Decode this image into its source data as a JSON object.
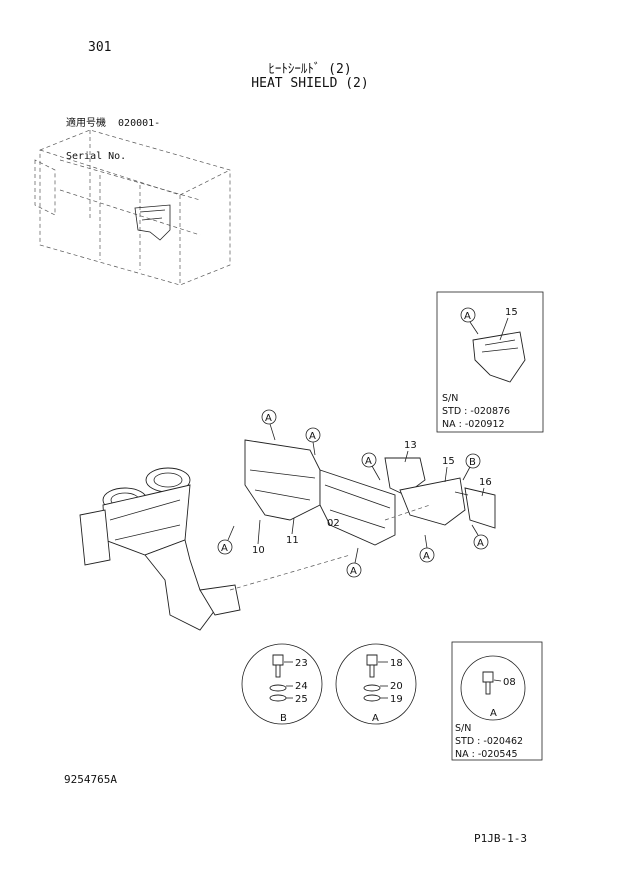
{
  "page_number": "301",
  "title_jp": "ﾋｰﾄｼｰﾙﾄﾞ (2)",
  "title_en": "HEAT SHIELD (2)",
  "serial": {
    "line1": "適用号機  020001-",
    "line2": "Serial No."
  },
  "parts": {
    "p15": "15",
    "p13": "13",
    "p16": "16",
    "p10": "10",
    "p11": "11",
    "p02": "02",
    "p23": "23",
    "p24": "24",
    "p25": "25",
    "p18": "18",
    "p20": "20",
    "p19": "19",
    "p08": "08"
  },
  "refs": {
    "a": "A",
    "b": "B"
  },
  "box_top": {
    "sn": "S/N",
    "std": "STD : -020876",
    "na": "NA : -020912"
  },
  "box_bottom": {
    "sn": "S/N",
    "std": "STD : -020462",
    "na": "NA : -020545"
  },
  "doc_number": "9254765A",
  "page_ref": "P1JB-1-3"
}
